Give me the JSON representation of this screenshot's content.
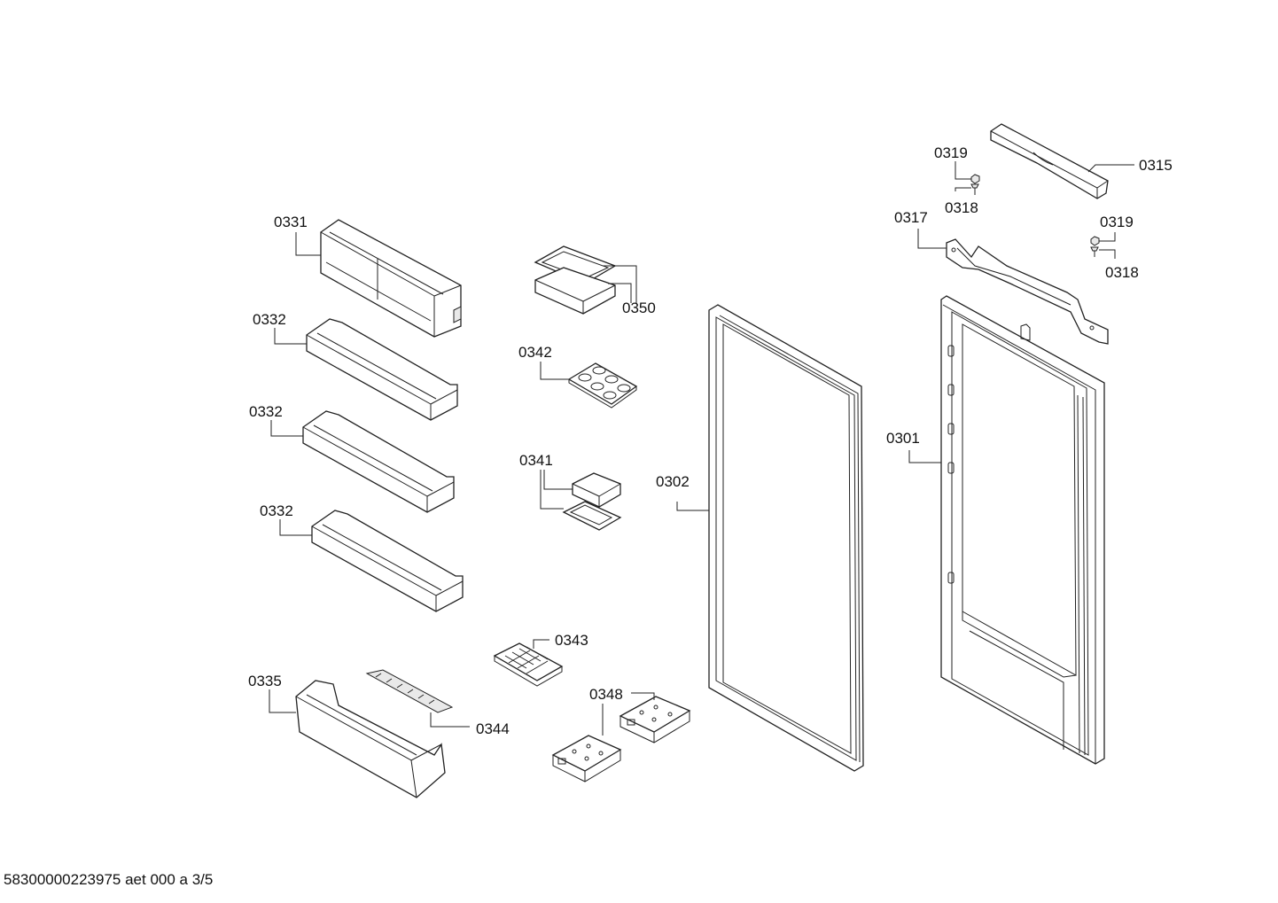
{
  "labels": {
    "p0331": "0331",
    "p0332a": "0332",
    "p0332b": "0332",
    "p0332c": "0332",
    "p0335": "0335",
    "p0344": "0344",
    "p0350": "0350",
    "p0342": "0342",
    "p0341": "0341",
    "p0343": "0343",
    "p0348": "0348",
    "p0302": "0302",
    "p0301": "0301",
    "p0317": "0317",
    "p0315": "0315",
    "p0319a": "0319",
    "p0318a": "0318",
    "p0319b": "0319",
    "p0318b": "0318"
  },
  "footer": "58300000223975 aet 000 a 3/5"
}
